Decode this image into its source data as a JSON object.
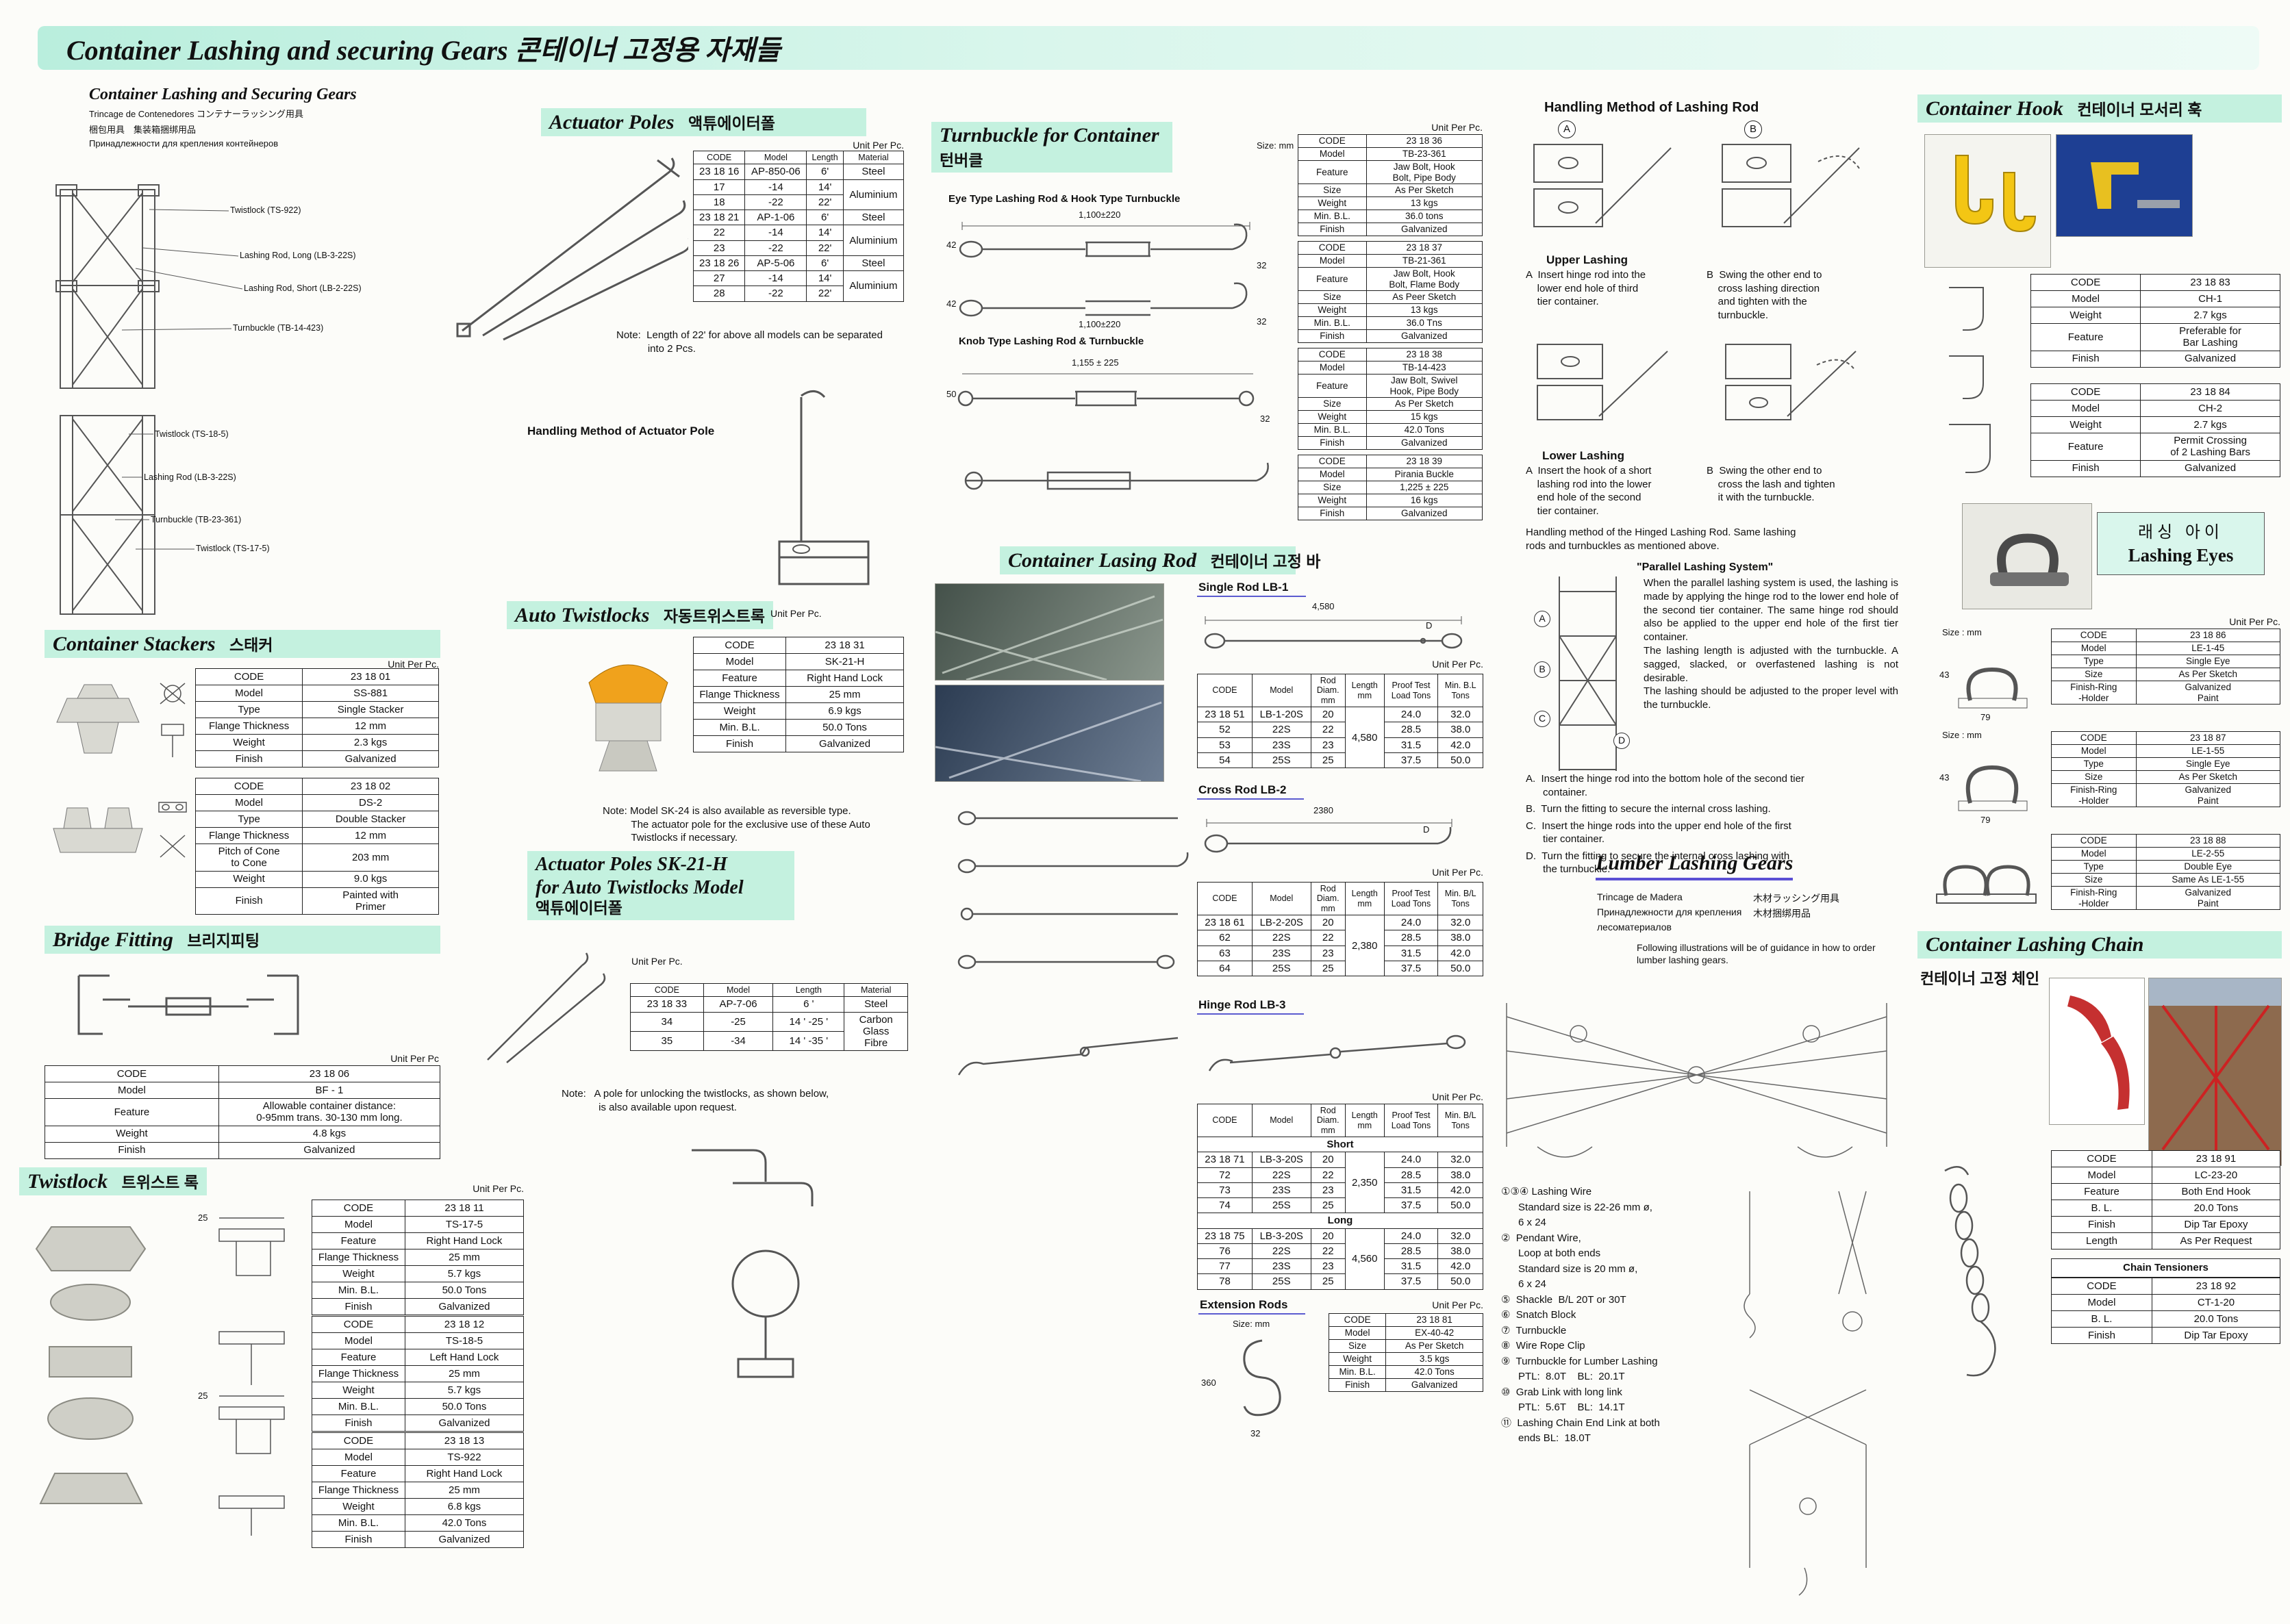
{
  "page": {
    "title": "Container Lashing and securing Gears  콘테이너 고정용 자재들"
  },
  "intro": {
    "title": "Container Lashing and Securing Gears",
    "sub1": "Trincage de Contenedores  コンテナーラッシング用具",
    "sub2": "梱包用具　集装箱捆绑用品",
    "sub3": "Принадлежности для крепления контейнеров",
    "labels": [
      "Twistlock (TS-922)",
      "Lashing Rod, Long (LB-3-22S)",
      "Lashing Rod, Short (LB-2-22S)",
      "Turnbuckle (TB-14-423)",
      "Twistlock (TS-18-5)",
      "Lashing Rod (LB-3-22S)",
      "Turnbuckle (TB-23-361)",
      "Twistlock (TS-17-5)"
    ]
  },
  "stackers": {
    "title": "Container  Stackers",
    "title_ko": "스태커",
    "unit": "Unit Per Pc.",
    "t1": {
      "rows": [
        [
          "CODE",
          "23 18 01"
        ],
        [
          "Model",
          "SS-881"
        ],
        [
          "Type",
          "Single Stacker"
        ],
        [
          "Flange Thickness",
          "12 mm"
        ],
        [
          "Weight",
          "2.3 kgs"
        ],
        [
          "Finish",
          "Galvanized"
        ]
      ]
    },
    "t2": {
      "rows": [
        [
          "CODE",
          "23 18 02"
        ],
        [
          "Model",
          "DS-2"
        ],
        [
          "Type",
          "Double Stacker"
        ],
        [
          "Flange Thickness",
          "12 mm"
        ],
        [
          "Pitch of Cone\nto Cone",
          "203 mm"
        ],
        [
          "Weight",
          "9.0 kgs"
        ],
        [
          "Finish",
          "Painted with\nPrimer"
        ]
      ]
    }
  },
  "bridge": {
    "title": "Bridge Fitting",
    "title_ko": "브리지피팅",
    "unit": "Unit Per Pc",
    "t": {
      "rows": [
        [
          "CODE",
          "23 18 06"
        ],
        [
          "Model",
          "BF - 1"
        ],
        [
          "Feature",
          "Allowable container distance:\n0-95mm trans.  30-130 mm long."
        ],
        [
          "Weight",
          "4.8 kgs"
        ],
        [
          "Finish",
          "Galvanized"
        ]
      ]
    }
  },
  "twistlock": {
    "title": "Twistlock",
    "title_ko": "트위스트 록",
    "unit": "Unit Per Pc.",
    "dim": "25",
    "t1": {
      "rows": [
        [
          "CODE",
          "23 18 11"
        ],
        [
          "Model",
          "TS-17-5"
        ],
        [
          "Feature",
          "Right Hand Lock"
        ],
        [
          "Flange Thickness",
          "25 mm"
        ],
        [
          "Weight",
          "5.7 kgs"
        ],
        [
          "Min. B.L.",
          "50.0 Tons"
        ],
        [
          "Finish",
          "Galvanized"
        ]
      ]
    },
    "t2": {
      "rows": [
        [
          "CODE",
          "23 18 12"
        ],
        [
          "Model",
          "TS-18-5"
        ],
        [
          "Feature",
          "Left Hand Lock"
        ],
        [
          "Flange Thickness",
          "25 mm"
        ],
        [
          "Weight",
          "5.7 kgs"
        ],
        [
          "Min. B.L.",
          "50.0 Tons"
        ],
        [
          "Finish",
          "Galvanized"
        ]
      ]
    },
    "t3": {
      "rows": [
        [
          "CODE",
          "23 18 13"
        ],
        [
          "Model",
          "TS-922"
        ],
        [
          "Feature",
          "Right Hand Lock"
        ],
        [
          "Flange Thickness",
          "25 mm"
        ],
        [
          "Weight",
          "6.8 kgs"
        ],
        [
          "Min. B.L.",
          "42.0 Tons"
        ],
        [
          "Finish",
          "Galvanized"
        ]
      ]
    }
  },
  "actuator": {
    "title": "Actuator Poles",
    "title_ko": "액튜에이터폴",
    "unit": "Unit Per Pc.",
    "t": {
      "header": [
        "CODE",
        "Model",
        "Length",
        "Material"
      ],
      "rows": [
        [
          "23 18 16",
          "AP-850-06",
          "6'",
          "Steel"
        ],
        [
          "17",
          "-14",
          "14'",
          {
            "v": "Aluminium",
            "rs": 2
          }
        ],
        [
          "18",
          "-22",
          "22'"
        ],
        [
          "23 18 21",
          "AP-1-06",
          "6'",
          "Steel"
        ],
        [
          "22",
          "-14",
          "14'",
          {
            "v": "Aluminium",
            "rs": 2
          }
        ],
        [
          "23",
          "-22",
          "22'"
        ],
        [
          "23 18 26",
          "AP-5-06",
          "6'",
          "Steel"
        ],
        [
          "27",
          "-14",
          "14'",
          {
            "v": "Aluminium",
            "rs": 2
          }
        ],
        [
          "28",
          "-22",
          "22'"
        ]
      ]
    },
    "note": "Note:  Length of 22' for above all models can be separated\n           into 2 Pcs.",
    "handling": "Handling Method of Actuator Pole"
  },
  "auto_tw": {
    "title": "Auto Twistlocks",
    "title_ko": "자동트위스트록",
    "unit": "Unit Per Pc.",
    "t": {
      "rows": [
        [
          "CODE",
          "23 18 31"
        ],
        [
          "Model",
          "SK-21-H"
        ],
        [
          "Feature",
          "Right Hand Lock"
        ],
        [
          "Flange Thickness",
          "25 mm"
        ],
        [
          "Weight",
          "6.9  kgs"
        ],
        [
          "Min. B.L.",
          "50.0 Tons"
        ],
        [
          "Finish",
          "Galvanized"
        ]
      ]
    },
    "note": "Note: Model SK-24 is also available as reversible type.\n          The actuator pole for the exclusive use of these Auto\n          Twistlocks if necessary."
  },
  "sk": {
    "title1": "Actuator Poles  SK-21-H",
    "title2": "for Auto Twistlocks Model",
    "title_ko": "액튜에이터폴",
    "unit": "Unit Per Pc.",
    "t": {
      "header": [
        "CODE",
        "Model",
        "Length",
        "Material"
      ],
      "rows": [
        [
          "23 18 33",
          "AP-7-06",
          "6 '",
          "Steel"
        ],
        [
          "34",
          "-25",
          "14 ' -25 '",
          {
            "v": "Carbon\nGlass\nFibre",
            "rs": 2
          }
        ],
        [
          "35",
          "-34",
          "14 ' -35 '"
        ]
      ]
    },
    "note": "Note:   A pole for unlocking the twistlocks, as shown below,\n             is also available upon request."
  },
  "tb": {
    "title": "Turnbuckle for Container",
    "title_ko": "턴버클",
    "size": "Size: mm",
    "unit": "Unit Per Pc.",
    "label1": "Eye Type Lashing Rod & Hook Type Turnbuckle",
    "label2": "Knob Type Lashing Rod & Turnbuckle",
    "len1": "1,100±220",
    "d1": "42",
    "d2": "32",
    "len2": "1,100±220",
    "d3": "42",
    "d4": "32",
    "len3": "1,155 ± 225",
    "d5": "50",
    "d6": "32",
    "b1": {
      "rows": [
        [
          "CODE",
          "23 18 36"
        ],
        [
          "Model",
          "TB-23-361"
        ],
        [
          "Feature",
          "Jaw Bolt, Hook\nBolt, Pipe Body"
        ],
        [
          "Size",
          "As Per Sketch"
        ],
        [
          "Weight",
          "13 kgs"
        ],
        [
          "Min. B.L.",
          "36.0 tons"
        ],
        [
          "Finish",
          "Galvanized"
        ]
      ]
    },
    "b2": {
      "rows": [
        [
          "CODE",
          "23 18 37"
        ],
        [
          "Model",
          "TB-21-361"
        ],
        [
          "Feature",
          "Jaw Bolt, Hook\nBolt, Flame Body"
        ],
        [
          "Size",
          "As Peer Sketch"
        ],
        [
          "Weight",
          "13 kgs"
        ],
        [
          "Min. B.L.",
          "36.0 Tns"
        ],
        [
          "Finish",
          "Galvanized"
        ]
      ]
    },
    "b3": {
      "rows": [
        [
          "CODE",
          "23 18 38"
        ],
        [
          "Model",
          "TB-14-423"
        ],
        [
          "Feature",
          "Jaw Bolt, Swivel\nHook, Pipe Body"
        ],
        [
          "Size",
          "As Per Sketch"
        ],
        [
          "Weight",
          "15 kgs"
        ],
        [
          "Min. B.L.",
          "42.0 Tons"
        ],
        [
          "Finish",
          "Galvanized"
        ]
      ]
    },
    "b4": {
      "rows": [
        [
          "CODE",
          "23 18 39"
        ],
        [
          "Model",
          "Pirania Buckle"
        ],
        [
          "Size",
          "1,225 ± 225"
        ],
        [
          "Weight",
          "16 kgs"
        ],
        [
          "Finish",
          "Galvanized"
        ]
      ]
    }
  },
  "lrod": {
    "title": "Container Lasing Rod",
    "title_ko": "컨테이너 고정 바",
    "single": {
      "label": "Single Rod LB-1",
      "len": "4,580",
      "d": "D",
      "unit": "Unit  Per Pc.",
      "t": {
        "header": [
          "CODE",
          "Model",
          "Rod\nDiam.\nmm",
          "Length\nmm",
          "Proof Test\nLoad Tons",
          "Min. B.L\nTons"
        ],
        "rows": [
          [
            "23 18 51",
            "LB-1-20S",
            "20",
            {
              "v": "4,580",
              "rs": 4
            },
            "24.0",
            "32.0"
          ],
          [
            "52",
            "22S",
            "22",
            "28.5",
            "38.0"
          ],
          [
            "53",
            "23S",
            "23",
            "31.5",
            "42.0"
          ],
          [
            "54",
            "25S",
            "25",
            "37.5",
            "50.0"
          ]
        ]
      }
    },
    "cross": {
      "label": "Cross Rod LB-2",
      "len": "2380",
      "d": "D",
      "unit": "Unit  Per Pc.",
      "t": {
        "header": [
          "CODE",
          "Model",
          "Rod\nDiam.\nmm",
          "Length\nmm",
          "Proof Test\nLoad Tons",
          "Min. B/L\nTons"
        ],
        "rows": [
          [
            "23 18 61",
            "LB-2-20S",
            "20",
            {
              "v": "2,380",
              "rs": 4
            },
            "24.0",
            "32.0"
          ],
          [
            "62",
            "22S",
            "22",
            "28.5",
            "38.0"
          ],
          [
            "63",
            "23S",
            "23",
            "31.5",
            "42.0"
          ],
          [
            "64",
            "25S",
            "25",
            "37.5",
            "50.0"
          ]
        ]
      }
    },
    "hinge": {
      "label": "Hinge Rod LB-3",
      "unit": "Unit  Per Pc.",
      "t": {
        "header": [
          "CODE",
          "Model",
          "Rod\nDiam.\nmm",
          "Length\nmm",
          "Proof Test\nLoad Tons",
          "Min. B/L\nTons"
        ],
        "rows": [
          [
            {
              "v": "Short",
              "cs": 6,
              "cls": "group"
            }
          ],
          [
            "23 18 71",
            "LB-3-20S",
            "20",
            {
              "v": "2,350",
              "rs": 4
            },
            "24.0",
            "32.0"
          ],
          [
            "72",
            "22S",
            "22",
            "28.5",
            "38.0"
          ],
          [
            "73",
            "23S",
            "23",
            "31.5",
            "42.0"
          ],
          [
            "74",
            "25S",
            "25",
            "37.5",
            "50.0"
          ],
          [
            {
              "v": "Long",
              "cs": 6,
              "cls": "group"
            }
          ],
          [
            "23 18 75",
            "LB-3-20S",
            "20",
            {
              "v": "4,560",
              "rs": 4
            },
            "24.0",
            "32.0"
          ],
          [
            "76",
            "22S",
            "22",
            "28.5",
            "38.0"
          ],
          [
            "77",
            "23S",
            "23",
            "31.5",
            "42.0"
          ],
          [
            "78",
            "25S",
            "25",
            "37.5",
            "50.0"
          ]
        ]
      }
    },
    "ext": {
      "label": "Extension Rods",
      "size": "Size: mm",
      "a": "360",
      "b": "32",
      "unit": "Unit Per Pc.",
      "t": {
        "rows": [
          [
            "CODE",
            "23 18 81"
          ],
          [
            "Model",
            "EX-40-42"
          ],
          [
            "Size",
            "As Per Sketch"
          ],
          [
            "Weight",
            "3.5 kgs"
          ],
          [
            "Min. B.L.",
            "42.0 Tons"
          ],
          [
            "Finish",
            "Galvanized"
          ]
        ]
      }
    }
  },
  "hml": {
    "title": "Handling Method of Lashing Rod",
    "circA": "A",
    "circB": "B",
    "upper": "Upper Lashing",
    "upper_a": "A  Insert hinge rod into the\n    lower end hole of third\n    tier container.",
    "upper_b": "B  Swing the other end to\n    cross lashing direction\n    and tighten with the\n    turnbuckle.",
    "lower": "Lower Lashing",
    "lower_a": "A  Insert the hook of a short\n    lashing rod into the lower\n    end hole of the second\n    tier container.",
    "lower_b": "B  Swing the other end to\n    cross the lash and tighten\n    it with the turnbuckle.",
    "hinged": "Handling method of the Hinged Lashing Rod. Same lashing\nrods and turnbuckles as mentioned above.",
    "parallel_title": "\"Parallel Lashing System\"",
    "parallel": "When the parallel lashing system is used, the lashing is made by applying the hinge rod to the lower end hole of the second tier container.  The same hinge rod should also be applied to the upper end hole of the first tier container.\nThe lashing length is adjusted with the turnbuckle.  A sagged, slacked, or overfastened lashing is not desirable.\nThe lashing should be adjusted to the proper level with the turnbuckle.",
    "circles": [
      "A",
      "B",
      "C",
      "D"
    ],
    "steps": [
      "A.  Insert the hinge rod into the bottom hole of the second tier\n      container.",
      "B.  Turn the fitting to secure the internal cross lashing.",
      "C.  Insert the hinge rods into the upper end hole of the first\n      tier container.",
      "D.  Turn the fitting to secure the internal cross lashing with\n      the turnbuckle."
    ]
  },
  "lumber": {
    "title": "Lumber Lashing Gears",
    "sub_l1": "Trincage de Madera",
    "sub_r1": "木材ラッシング用具",
    "sub_l2": "Принадлежности для крепления",
    "sub_r2": "木材捆绑用品",
    "sub_l3": "лесоматериалов",
    "note": "Following illustrations will be of guidance in how to order\nlumber lashing gears.",
    "items": [
      "①③④ Lashing Wire",
      "      Standard size is 22-26 mm ø,",
      "      6 x 24",
      "②  Pendant Wire,",
      "      Loop at both ends",
      "      Standard size is 20 mm ø,",
      "      6 x 24",
      "⑤  Shackle  B/L 20T or 30T",
      "⑥  Snatch Block",
      "⑦  Turnbuckle",
      "⑧  Wire Rope Clip",
      "⑨  Turnbuckle for Lumber Lashing",
      "      PTL:  8.0T    BL:  20.1T",
      "⑩  Grab Link with long link",
      "      PTL:  5.6T    BL:  14.1T",
      "⑪  Lashing Chain End Link at both\n      ends BL:  18.0T"
    ]
  },
  "hook": {
    "title": "Container Hook",
    "title_ko": "컨테이너 모서리 훅",
    "t1": {
      "rows": [
        [
          "CODE",
          "23 18 83"
        ],
        [
          "Model",
          "CH-1"
        ],
        [
          "Weight",
          "2.7 kgs"
        ],
        [
          "Feature",
          "Preferable for\nBar Lashing"
        ],
        [
          "Finish",
          "Galvanized"
        ]
      ]
    },
    "t2": {
      "rows": [
        [
          "CODE",
          "23 18 84"
        ],
        [
          "Model",
          "CH-2"
        ],
        [
          "Weight",
          "2.7 kgs"
        ],
        [
          "Feature",
          "Permit Crossing\nof 2 Lashing Bars"
        ],
        [
          "Finish",
          "Galvanized"
        ]
      ]
    }
  },
  "eyes": {
    "title_ko": "래싱 아이",
    "title": "Lashing Eyes",
    "unit": "Unit  Per Pc.",
    "size1": "Size : mm",
    "size2": "Size : mm",
    "dim_a": "43",
    "dim_b": "79",
    "b1": {
      "rows": [
        [
          "CODE",
          "23 18 86"
        ],
        [
          "Model",
          "LE-1-45"
        ],
        [
          "Type",
          "Single Eye"
        ],
        [
          "Size",
          "As Per Sketch"
        ],
        [
          "Finish-Ring\n        -Holder",
          "Galvanized\nPaint"
        ]
      ]
    },
    "b2": {
      "rows": [
        [
          "CODE",
          "23 18 87"
        ],
        [
          "Model",
          "LE-1-55"
        ],
        [
          "Type",
          "Single Eye"
        ],
        [
          "Size",
          "As Per Sketch"
        ],
        [
          "Finish-Ring\n        -Holder",
          "Galvanized\nPaint"
        ]
      ]
    },
    "b3": {
      "rows": [
        [
          "CODE",
          "23 18 88"
        ],
        [
          "Model",
          "LE-2-55"
        ],
        [
          "Type",
          "Double Eye"
        ],
        [
          "Size",
          "Same As LE-1-55"
        ],
        [
          "Finish-Ring\n        -Holder",
          "Galvanized\nPaint"
        ]
      ]
    }
  },
  "chain": {
    "title": "Container Lashing Chain",
    "title_ko": "컨테이너 고정 체인",
    "t1": {
      "rows": [
        [
          "CODE",
          "23 18 91"
        ],
        [
          "Model",
          "LC-23-20"
        ],
        [
          "Feature",
          "Both End Hook"
        ],
        [
          "B. L.",
          "20.0 Tons"
        ],
        [
          "Finish",
          "Dip Tar Epoxy"
        ],
        [
          "Length",
          "As Per Request"
        ]
      ]
    },
    "tension": "Chain Tensioners",
    "t2": {
      "rows": [
        [
          "CODE",
          "23 18 92"
        ],
        [
          "Model",
          "CT-1-20"
        ],
        [
          "B. L.",
          "20.0 Tons"
        ],
        [
          "Finish",
          "Dip Tar Epoxy"
        ]
      ]
    }
  }
}
